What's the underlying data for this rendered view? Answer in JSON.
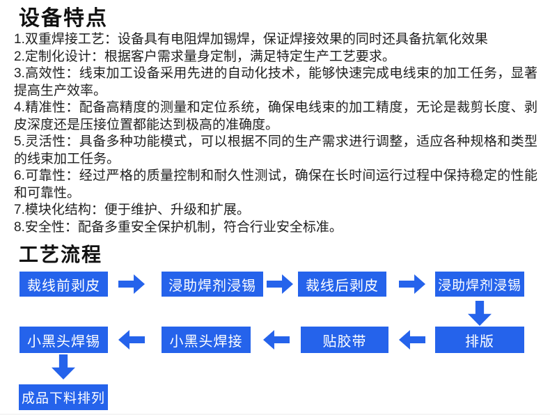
{
  "page": {
    "background_color": "#ffffff",
    "accent_color": "#2563EB",
    "text_color": "#1f1f1f"
  },
  "features_section": {
    "title": "设备特点",
    "items": [
      "1.双重焊接工艺：设备具有电阻焊加锡焊，保证焊接效果的同时还具备抗氧化效果",
      "2.定制化设计：根据客户需求量身定制，满足特定生产工艺要求。",
      "3.高效性：线束加工设备采用先进的自动化技术，能够快速完成电线束的加工任务，显著提高生产效率。",
      "4.精准性：配备高精度的测量和定位系统，确保电线束的加工精度，无论是裁剪长度、剥皮深度还是压接位置都能达到极高的准确度。",
      "5.灵活性：具备多种功能模式，可以根据不同的生产需求进行调整，适应各种规格和类型的线束加工任务。",
      "6.可靠性：经过严格的质量控制和耐久性测试，确保在长时间运行过程中保持稳定的性能和可靠性。",
      "7.模块化结构：便于维护、升级和扩展。",
      "8.安全性：配备多重安全保护机制，符合行业安全标准。"
    ]
  },
  "process_section": {
    "title": "工艺流程",
    "steps": [
      {
        "label": "裁线前剥皮"
      },
      {
        "label": "浸助焊剂浸锡"
      },
      {
        "label": "裁线后剥皮"
      },
      {
        "label": "浸助焊剂浸锡"
      },
      {
        "label": "排版"
      },
      {
        "label": "贴胶带"
      },
      {
        "label": "小黑头焊接"
      },
      {
        "label": "小黑头焊锡"
      },
      {
        "label": "成品下料排列"
      }
    ]
  }
}
